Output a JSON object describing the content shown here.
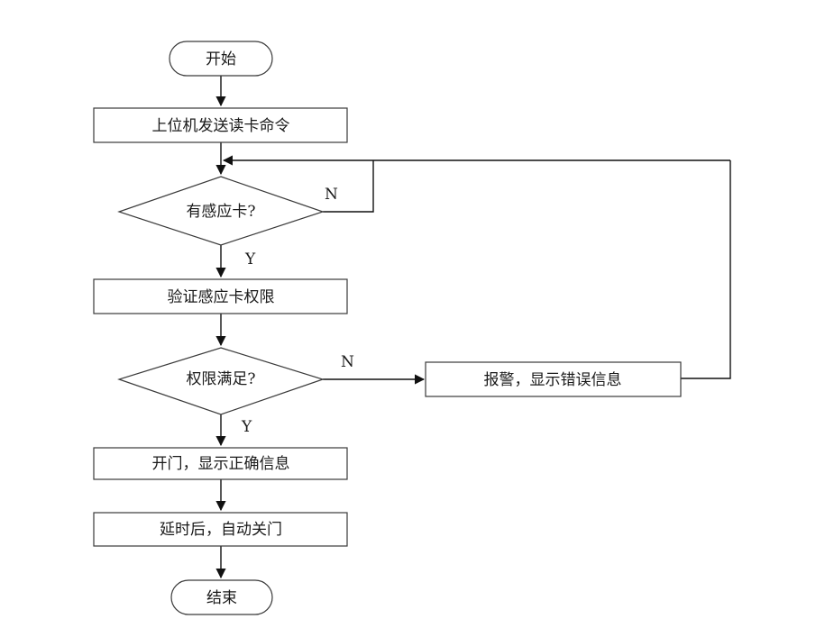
{
  "flowchart": {
    "nodes": {
      "start": "开始",
      "send_read_cmd": "上位机发送读卡命令",
      "has_card": "有感应卡?",
      "verify_card": "验证感应卡权限",
      "permission_ok": "权限满足?",
      "alarm": "报警，显示错误信息",
      "open_door": "开门，显示正确信息",
      "delay_close": "延时后，自动关门",
      "end": "结束"
    },
    "edge_labels": {
      "has_card_no": "N",
      "has_card_yes": "Y",
      "permission_no": "N",
      "permission_yes": "Y"
    }
  }
}
